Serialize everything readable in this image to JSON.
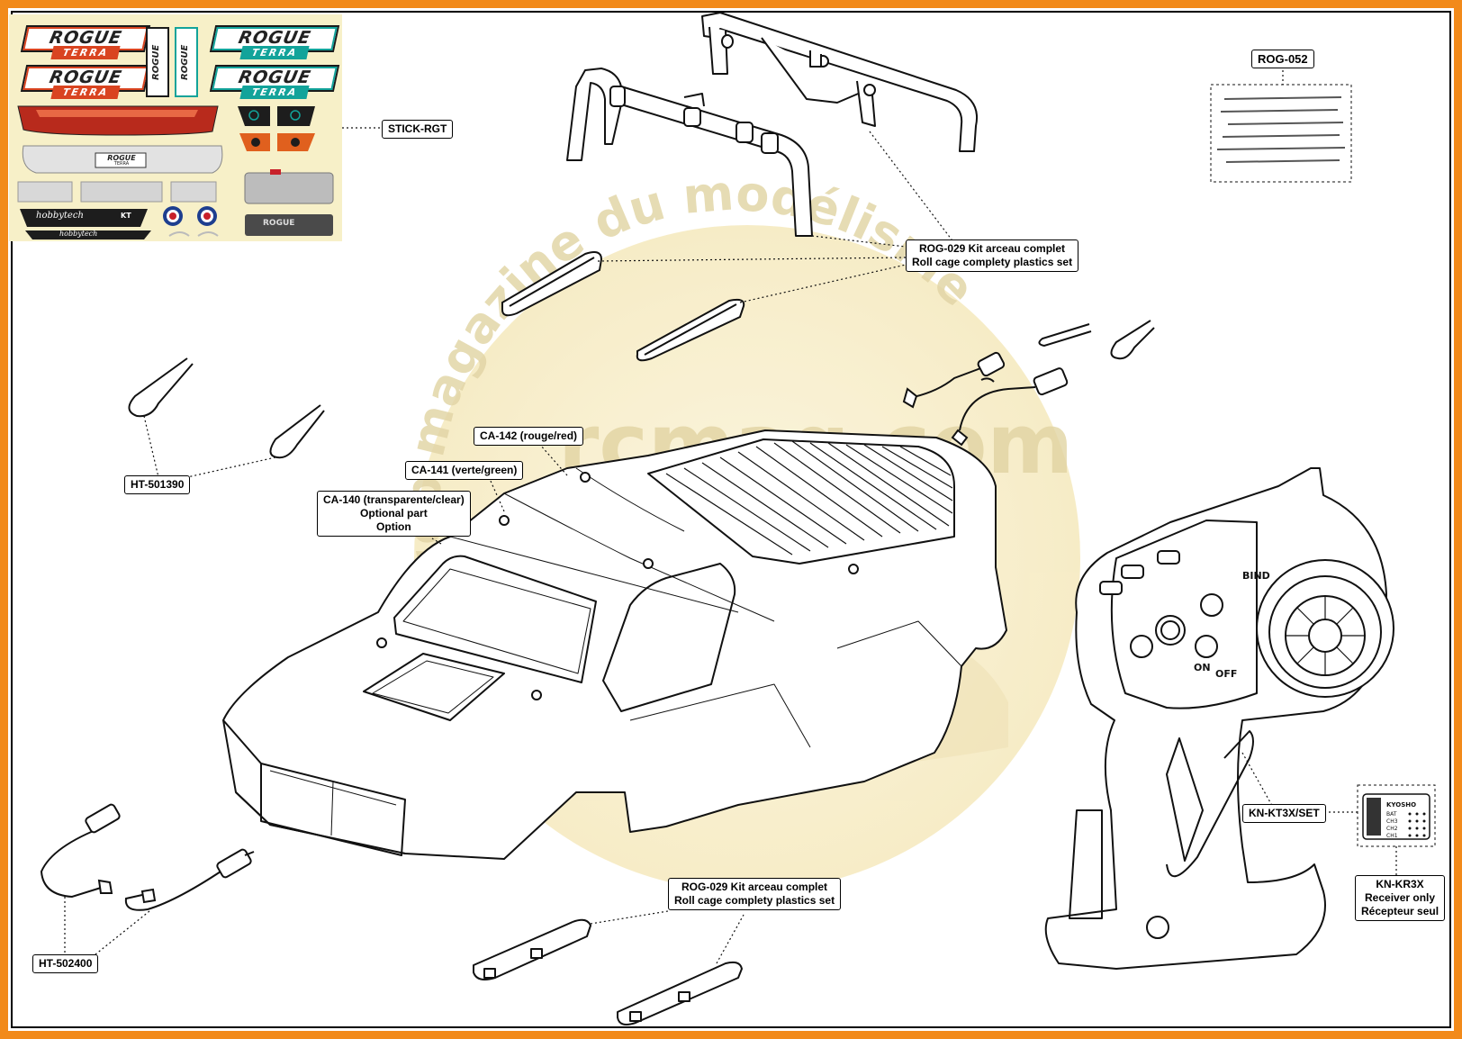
{
  "sticker_sheet": {
    "logo_line1": "ROGUE",
    "logo_line2": "TERRA",
    "windshield_brand": "ROGUE",
    "windshield_sub": "TERRA",
    "plate_text": "ROGUE",
    "black_strip_1_text": "hobbytech",
    "black_strip_1_sub": "KT",
    "black_strip_2_text": "hobbytech"
  },
  "watermark": {
    "arc_text": "L'web magazine du modélisme",
    "domain_text": "rcmag.com"
  },
  "transmitter": {
    "bind_label": "BIND",
    "on_label": "ON",
    "off_label": "OFF"
  },
  "receiver": {
    "brand": "KYOSHO",
    "ports": [
      "BAT",
      "CH3",
      "CH2",
      "CH1"
    ]
  },
  "labels": {
    "stick": "STICK-RGT",
    "rog052": "ROG-052",
    "rog029_top_line1": "ROG-029 Kit arceau complet",
    "rog029_top_line2": "Roll cage complety plastics set",
    "ht501390": "HT-501390",
    "ca142": "CA-142 (rouge/red)",
    "ca141": "CA-141 (verte/green)",
    "ca140_line1": "CA-140 (transparente/clear)",
    "ca140_line2": "Optional part",
    "ca140_line3": "Option",
    "rog029_bottom_line1": "ROG-029 Kit arceau complet",
    "rog029_bottom_line2": "Roll cage complety plastics set",
    "ht502400": "HT-502400",
    "knkt3x": "KN-KT3X/SET",
    "knkr3x_line1": "KN-KR3X",
    "knkr3x_line2": "Receiver only",
    "knkr3x_line3": "Récepteur seul"
  },
  "colors": {
    "frame": "#f28a1a",
    "sticker_bg": "#f7f0c8",
    "teal": "#12a39a",
    "red": "#d94420",
    "watermark": "#f3e3a8"
  },
  "icons": [
    "french-roundel-icon",
    "screw-icon",
    "clip-icon",
    "cable-icon"
  ]
}
